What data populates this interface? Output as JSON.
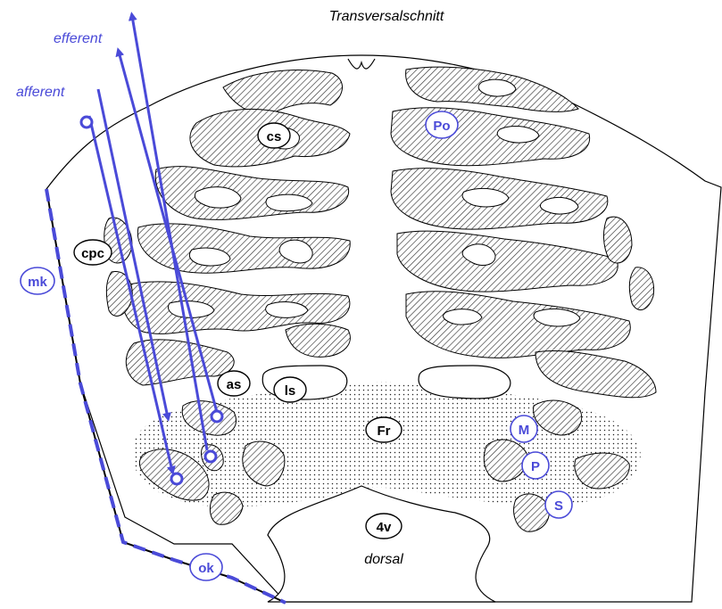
{
  "title": "Transversalschnitt",
  "bottom_label": "dorsal",
  "arrows": {
    "efferent": "efferent",
    "afferent": "afferent"
  },
  "labels": {
    "cs": "cs",
    "po": "Po",
    "cpc": "cpc",
    "mk": "mk",
    "as": "as",
    "ls": "ls",
    "fr": "Fr",
    "m": "M",
    "p": "P",
    "s": "S",
    "fourv": "4v",
    "ok": "ok"
  },
  "colors": {
    "accent": "#4a4ad8",
    "outline": "#000000",
    "hatch": "#3a3a3a"
  }
}
